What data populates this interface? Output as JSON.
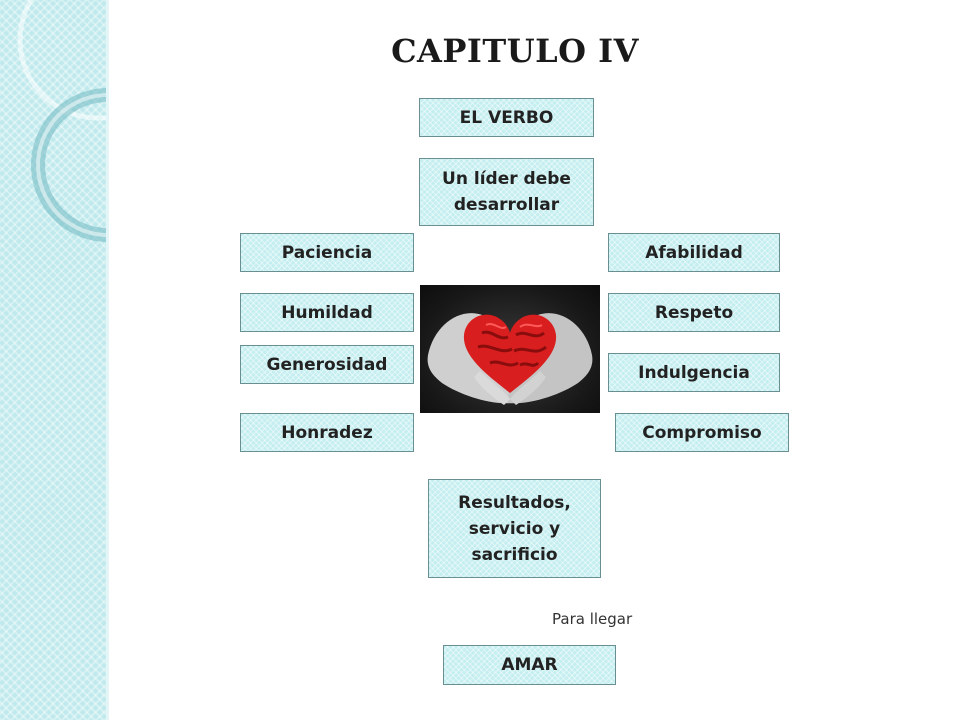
{
  "title": "CAPITULO IV",
  "boxes": {
    "verbo": "EL VERBO",
    "lider": "Un líder debe desarrollar",
    "paciencia": "Paciencia",
    "afabilidad": "Afabilidad",
    "humildad": "Humildad",
    "respeto": "Respeto",
    "generosidad": "Generosidad",
    "indulgencia": "Indulgencia",
    "honradez": "Honradez",
    "compromiso": "Compromiso",
    "resultados": "Resultados, servicio y sacrificio",
    "amar": "AMAR"
  },
  "caption": "Para llegar",
  "image": {
    "icon": "heart-hands-photo"
  },
  "colors": {
    "box_fill": "#c5eef0",
    "panel": "#bfe9ec",
    "heart": "#d81e1e"
  }
}
